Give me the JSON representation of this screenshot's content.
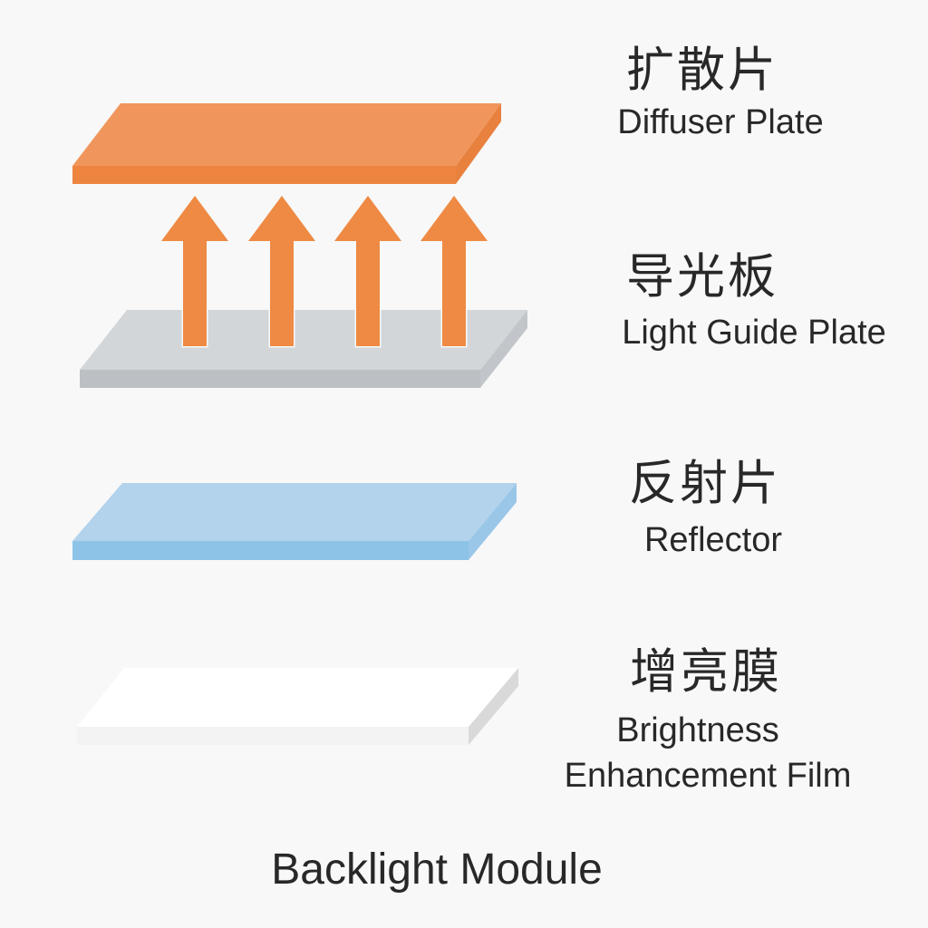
{
  "background_color": "#f8f8f8",
  "text_color": "#282828",
  "title": "Backlight Module",
  "layers": [
    {
      "id": "diffuser-plate",
      "label_zh": "扩散片",
      "label_en": "Diffuser Plate",
      "color_top": "#f0965c",
      "color_front": "#ed8440",
      "color_side": "#e8813e"
    },
    {
      "id": "light-guide-plate",
      "label_zh": "导光板",
      "label_en": "Light Guide Plate",
      "color_top": "#d2d6d9",
      "color_front": "#bcc0c4",
      "color_side": "#c2c6ca"
    },
    {
      "id": "reflector",
      "label_zh": "反射片",
      "label_en": "Reflector",
      "color_top": "#b3d2ec",
      "color_front": "#8cc3e6",
      "color_side": "#9ac7e8"
    },
    {
      "id": "brightness-enhancement-film",
      "label_zh": "增亮膜",
      "label_en": "Brightness Enhancement Film",
      "label_en_line1": "Brightness",
      "label_en_line2": "Enhancement Film",
      "color_top": "#ffffff",
      "color_front": "#f3f3f3",
      "color_side": "#d9d9d9"
    }
  ],
  "arrows": {
    "count": 4,
    "direction": "up",
    "color": "#ee8a44",
    "meaning": "light emitted from light guide plate toward diffuser plate"
  }
}
